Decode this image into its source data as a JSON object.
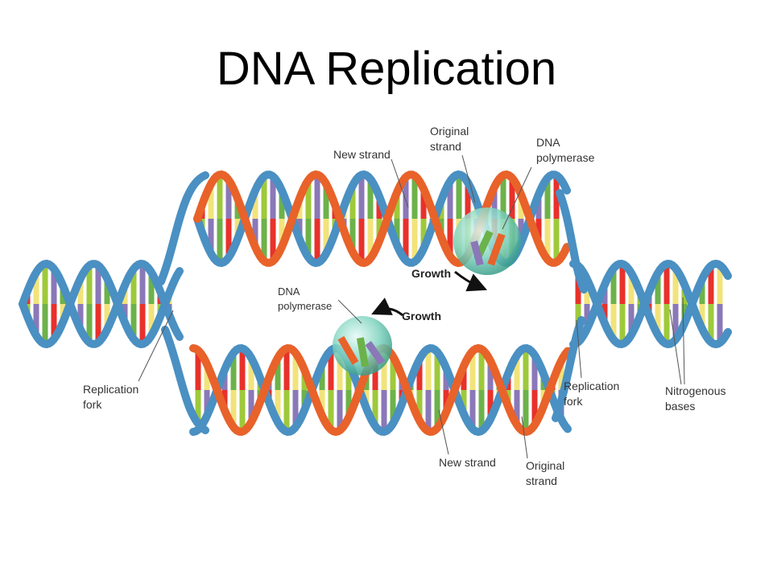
{
  "title": "DNA Replication",
  "labels": {
    "original_strand_top": [
      "Original",
      "strand"
    ],
    "new_strand_top": "New strand",
    "dna_polymerase_top": [
      "DNA",
      "polymerase"
    ],
    "growth_top": "Growth",
    "dna_polymerase_bottom": [
      "DNA",
      "polymerase"
    ],
    "growth_bottom": "Growth",
    "replication_fork_left": [
      "Replication",
      "fork"
    ],
    "replication_fork_right": [
      "Replication",
      "fork"
    ],
    "nitrogenous_bases": [
      "Nitrogenous",
      "bases"
    ],
    "new_strand_bottom": "New strand",
    "original_strand_bottom": [
      "Original",
      "strand"
    ]
  },
  "colors": {
    "backbone_blue": "#4a90c2",
    "backbone_orange": "#e8622a",
    "base_colors": [
      "#e8312a",
      "#f2e37a",
      "#9ec93a",
      "#8a78b8",
      "#6cb24a"
    ],
    "polymerase": "#7fd3c0"
  }
}
